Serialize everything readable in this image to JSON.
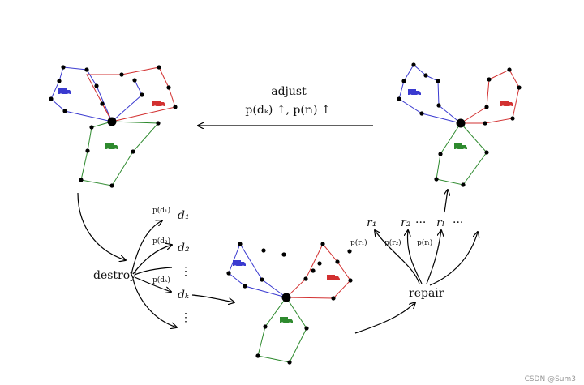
{
  "adjust": {
    "label": "adjust",
    "formula": "p(dₖ) ↑, p(rₗ) ↑"
  },
  "destroy": {
    "label": "destroy"
  },
  "repair": {
    "label": "repair"
  },
  "destroy_ops": [
    {
      "prob": "p(d₁)",
      "name": "d₁"
    },
    {
      "prob": "p(d₂)",
      "name": "d₂"
    },
    {
      "prob": "p(dₖ)",
      "name": "dₖ"
    }
  ],
  "repair_ops": {
    "r1": "r₁",
    "r2": "r₂",
    "rl": "rₗ",
    "p_r1": "p(r₁)",
    "p_r2": "p(r₂)",
    "p_rl": "p(rₗ)",
    "dots": "···"
  },
  "vdots": "⋮",
  "watermark": "CSDN @Sum3",
  "colors": {
    "route_blue": "#3a3ad0",
    "route_red": "#d23030",
    "route_green": "#2e8a2e",
    "node": "#000000"
  }
}
